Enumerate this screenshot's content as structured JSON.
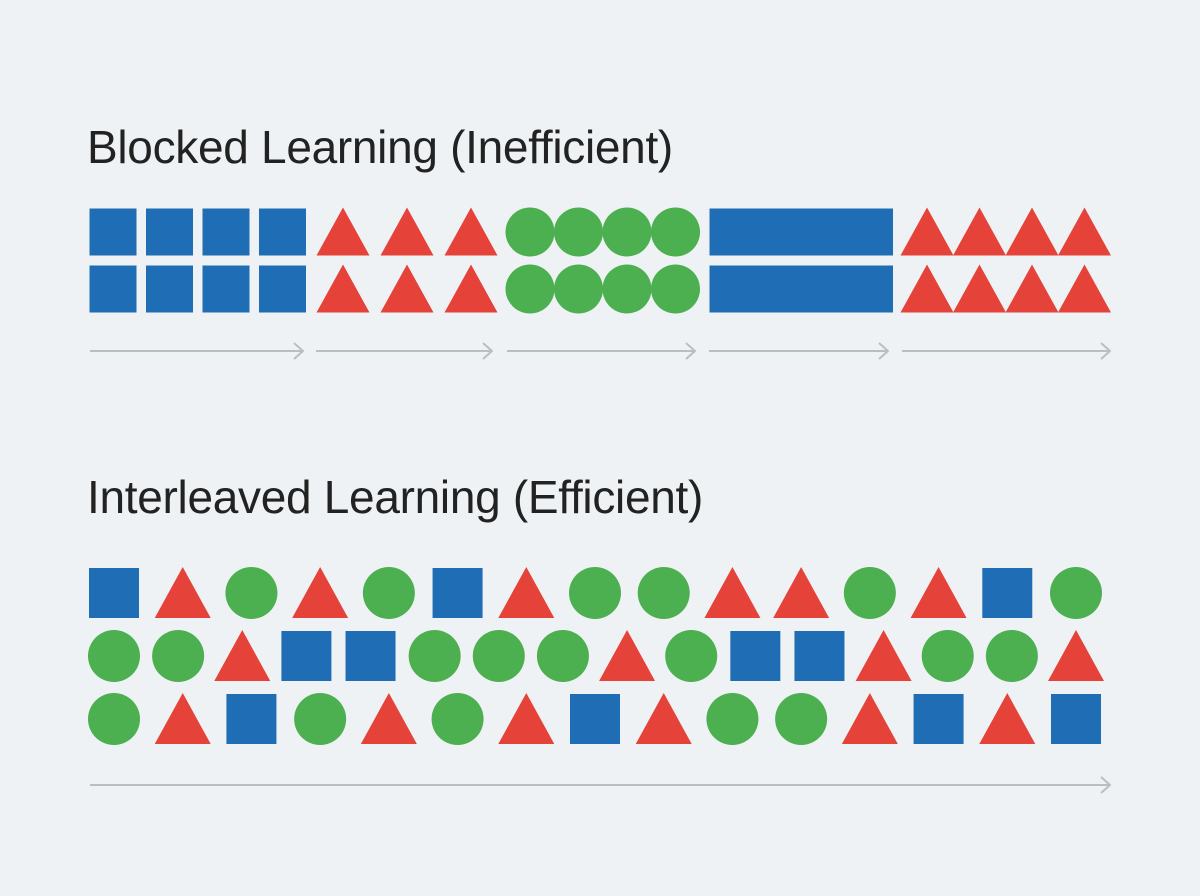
{
  "colors": {
    "background": "#eef2f4",
    "square": "#1f6db5",
    "triangle": "#e5433a",
    "circle": "#4caf50",
    "arrow": "#b9bec3"
  },
  "blocked": {
    "title": "Blocked Learning (Inefficient)",
    "blocks": [
      {
        "shape": "square",
        "count": 4
      },
      {
        "shape": "triangle",
        "count": 3
      },
      {
        "shape": "circle",
        "count": 4
      },
      {
        "shape": "square",
        "count": 4
      },
      {
        "shape": "triangle",
        "count": 4
      }
    ],
    "rows": 2
  },
  "interleaved": {
    "title": "Interleaved Learning (Efficient)",
    "rows": [
      [
        "square",
        "triangle",
        "circle",
        "triangle",
        "circle",
        "square",
        "triangle",
        "circle",
        "circle",
        "triangle",
        "triangle",
        "circle",
        "triangle",
        "square",
        "circle"
      ],
      [
        "circle",
        "circle",
        "triangle",
        "square",
        "square",
        "circle",
        "circle",
        "circle",
        "triangle",
        "circle",
        "square",
        "square",
        "triangle",
        "circle",
        "circle",
        "triangle"
      ],
      [
        "circle",
        "triangle",
        "square",
        "circle",
        "triangle",
        "circle",
        "triangle",
        "square",
        "triangle",
        "circle",
        "circle",
        "triangle",
        "square",
        "triangle",
        "square"
      ]
    ]
  }
}
